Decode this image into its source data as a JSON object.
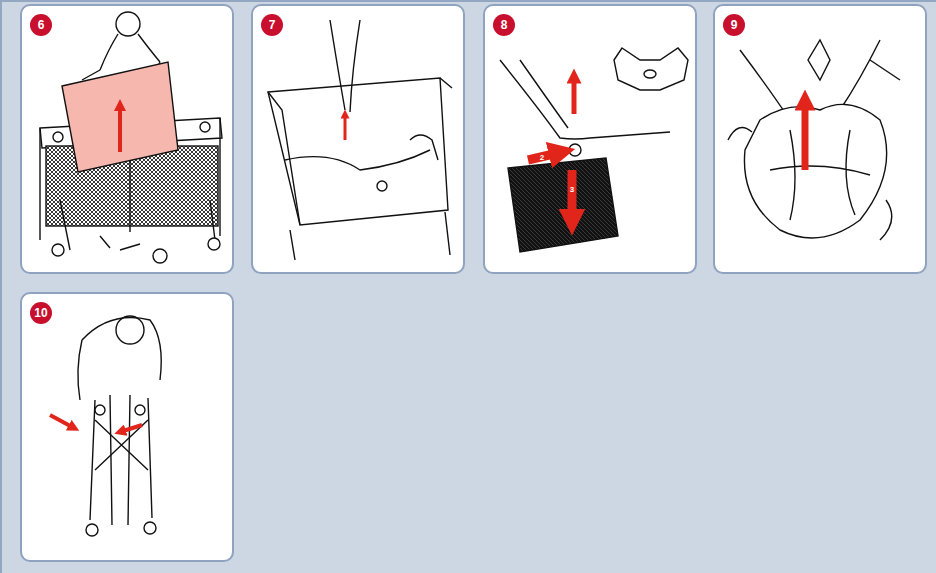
{
  "diagram": {
    "nodes": [
      {
        "text": [
          "6"
        ]
      },
      {
        "text": [
          "7"
        ]
      },
      {
        "text": [
          "8"
        ]
      },
      {
        "text": [
          "9"
        ]
      },
      {
        "text": [
          "10"
        ]
      }
    ],
    "labels": [
      "2",
      "3"
    ]
  }
}
